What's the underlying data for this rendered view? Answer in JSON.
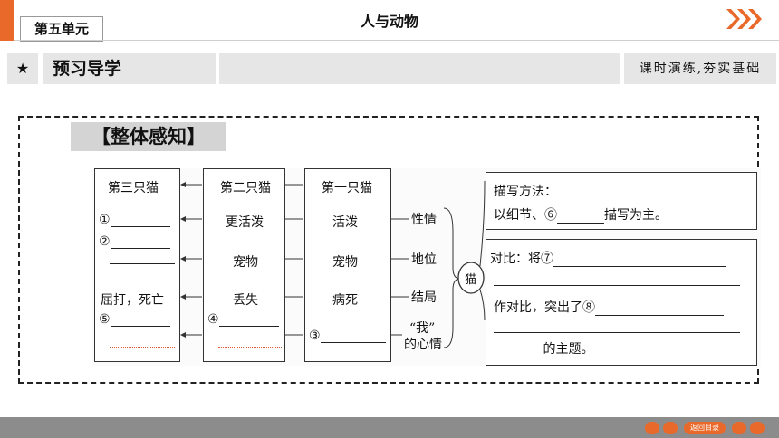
{
  "header": {
    "unit_tab": "第五单元",
    "title": "人与动物"
  },
  "section": {
    "star": "★",
    "title": "预习导学",
    "right_text": "课时演练,夯实基础"
  },
  "subsection_title": "【整体感知】",
  "diagram": {
    "col3": {
      "title": "第三只猫",
      "blank1": "①",
      "blank2": "②",
      "result_text": "屈打，死亡",
      "blank5": "⑤"
    },
    "col2": {
      "title": "第二只猫",
      "trait": "更活泼",
      "status": "宠物",
      "result": "丢失",
      "blank4": "④"
    },
    "col1": {
      "title": "第一只猫",
      "trait": "活泼",
      "status": "宠物",
      "result": "病死",
      "blank3": "③"
    },
    "row_labels": [
      "性情",
      "地位",
      "结局"
    ],
    "mood_label_1": "“我”",
    "mood_label_2": "的心情",
    "center_label": "猫",
    "method_box": {
      "line1": "描写方法：",
      "line2_prefix": "以细节、⑥",
      "line2_suffix": "描写为主。"
    },
    "contrast_box": {
      "line1_prefix": "对比：将⑦",
      "line3_prefix": "作对比，突出了⑧",
      "line5_suffix": "的主题。"
    }
  },
  "icons": {
    "next": "next-arrows-icon",
    "accent_color": "#e8692a"
  },
  "footer": {
    "back_label": "返回目录"
  }
}
